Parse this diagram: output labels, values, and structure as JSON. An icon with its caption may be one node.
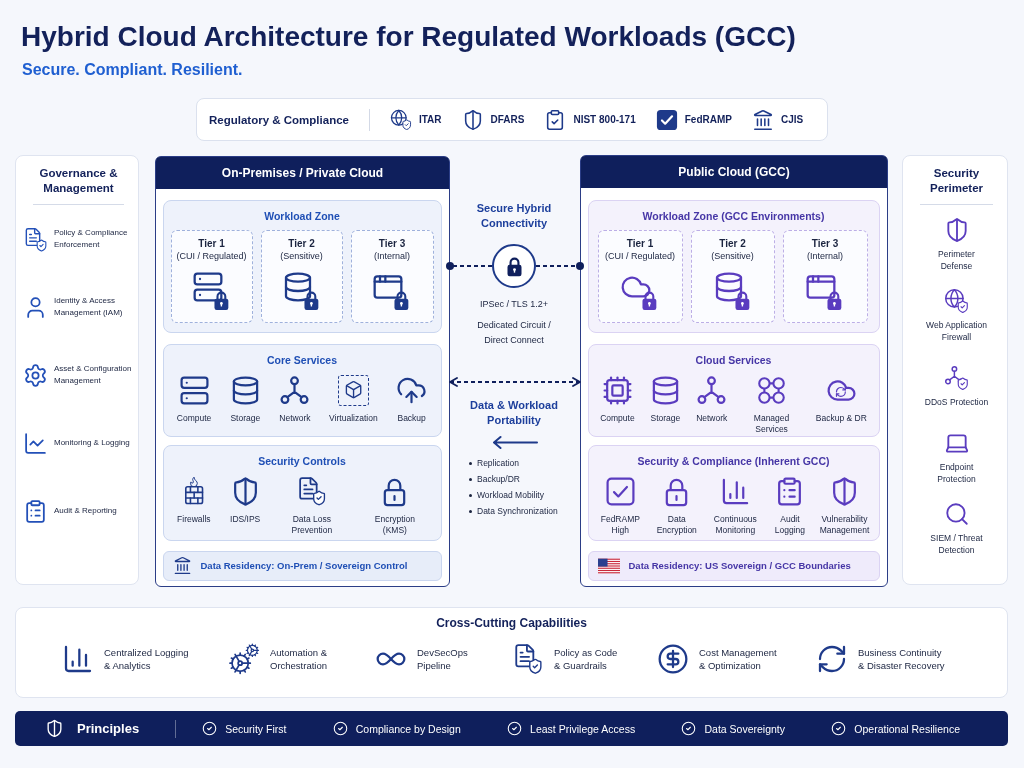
{
  "diagram": {
    "title": "Hybrid Cloud Architecture for Regulated Workloads (GCC)",
    "nodes": [
      {
        "text": [
          "Regulatory & Compliance",
          "ITAR",
          "DFARS",
          "NIST 800-171",
          "FedRAMP",
          "CJIS"
        ]
      },
      {
        "text": [
          "Governance & Management",
          "Policy & Compliance Enforcement",
          "Identity & Access Management (IAM)",
          "Asset & Configuration Management",
          "Monitoring & Logging",
          "Audit & Reporting"
        ]
      },
      {
        "text": [
          "On-Premises / Private Cloud"
        ]
      },
      {
        "text": [
          "Workload Zone"
        ],
        "in": 2
      },
      {
        "text": [
          "Tier 1",
          "(CUI / Regulated)"
        ],
        "in": 3
      },
      {
        "text": [
          "Tier 2",
          "(Sensitive)"
        ],
        "in": 3
      },
      {
        "text": [
          "Tier 3",
          "(Internal)"
        ],
        "in": 3
      },
      {
        "text": [
          "Core Services",
          "Compute",
          "Storage",
          "Network",
          "Virtualization",
          "Backup"
        ],
        "in": 2
      },
      {
        "text": [
          "Security Controls",
          "Firewalls",
          "IDS/IPS",
          "Data Loss Prevention",
          "Encryption (KMS)"
        ],
        "in": 2
      },
      {
        "text": [
          "Data Residency: On-Prem / Sovereign Control"
        ],
        "in": 2
      },
      {
        "text": [],
        "shape": "circle",
        "beside": [
          "Secure Hybrid Connectivity",
          "IPSec / TLS 1.2+",
          "Dedicated Circuit / Direct Connect"
        ]
      },
      {
        "text": [
          "Public Cloud (GCC)"
        ]
      },
      {
        "text": [
          "Workload Zone (GCC Environments)"
        ],
        "in": 11
      },
      {
        "text": [
          "Tier 1",
          "(CUI / Regulated)"
        ],
        "in": 12
      },
      {
        "text": [
          "Tier 2",
          "(Sensitive)"
        ],
        "in": 12
      },
      {
        "text": [
          "Tier 3",
          "(Internal)"
        ],
        "in": 12
      },
      {
        "text": [
          "Cloud Services",
          "Compute",
          "Storage",
          "Network",
          "Managed Services",
          "Backup & DR"
        ],
        "in": 11
      },
      {
        "text": [
          "Security & Compliance (Inherent GCC)",
          "FedRAMP High",
          "Data Encryption",
          "Continuous Monitoring",
          "Audit Logging",
          "Vulnerability Management"
        ],
        "in": 11
      },
      {
        "text": [
          "Data Residency: US Sovereign / GCC Boundaries"
        ],
        "in": 11
      },
      {
        "text": [
          "Security Perimeter",
          "Perimeter Defense",
          "Web Application Firewall",
          "DDoS Protection",
          "Endpoint Protection",
          "SIEM / Threat Detection"
        ]
      },
      {
        "text": [
          "Cross-Cutting Capabilities",
          "Centralized Logging & Analytics",
          "Automation & Orchestration",
          "DevSecOps Pipeline",
          "Policy as Code & Guardrails",
          "Cost Management & Optimization",
          "Business Continuity & Disaster Recovery"
        ]
      },
      {
        "text": [
          "Principles",
          "Security First",
          "Compliance by Design",
          "Least Privilege Access",
          "Data Sovereignty",
          "Operational Resilience"
        ]
      }
    ],
    "edges": [
      {
        "from": 10,
        "to": 2,
        "arrow": "other",
        "style": "dashed"
      },
      {
        "from": 10,
        "to": 11,
        "arrow": "other",
        "style": "dashed"
      },
      {
        "from": 2,
        "to": 11,
        "arrow": "both",
        "style": "dashed"
      }
    ],
    "labels": [
      "Secure. Compliant. Resilient.",
      "Data & Workload Portability",
      "Replication",
      "Backup/DR",
      "Workload Mobility",
      "Data Synchronization"
    ]
  }
}
